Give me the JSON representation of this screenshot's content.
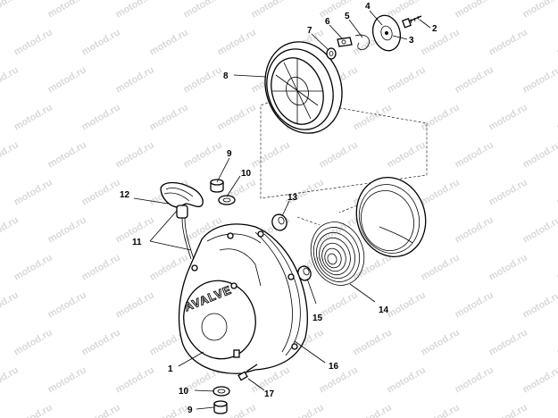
{
  "watermark": "motod.ru",
  "brand_text": "AVALVE",
  "callouts": [
    {
      "id": "c1",
      "text": "1"
    },
    {
      "id": "c2",
      "text": "2"
    },
    {
      "id": "c3",
      "text": "3"
    },
    {
      "id": "c4",
      "text": "4"
    },
    {
      "id": "c5",
      "text": "5"
    },
    {
      "id": "c6",
      "text": "6"
    },
    {
      "id": "c7",
      "text": "7"
    },
    {
      "id": "c8",
      "text": "8"
    },
    {
      "id": "c9a",
      "text": "9"
    },
    {
      "id": "c9b",
      "text": "9"
    },
    {
      "id": "c10a",
      "text": "10"
    },
    {
      "id": "c10b",
      "text": "10"
    },
    {
      "id": "c11",
      "text": "11"
    },
    {
      "id": "c12",
      "text": "12"
    },
    {
      "id": "c13",
      "text": "13"
    },
    {
      "id": "c14",
      "text": "14"
    },
    {
      "id": "c15",
      "text": "15"
    },
    {
      "id": "c16",
      "text": "16"
    },
    {
      "id": "c17",
      "text": "17"
    }
  ]
}
